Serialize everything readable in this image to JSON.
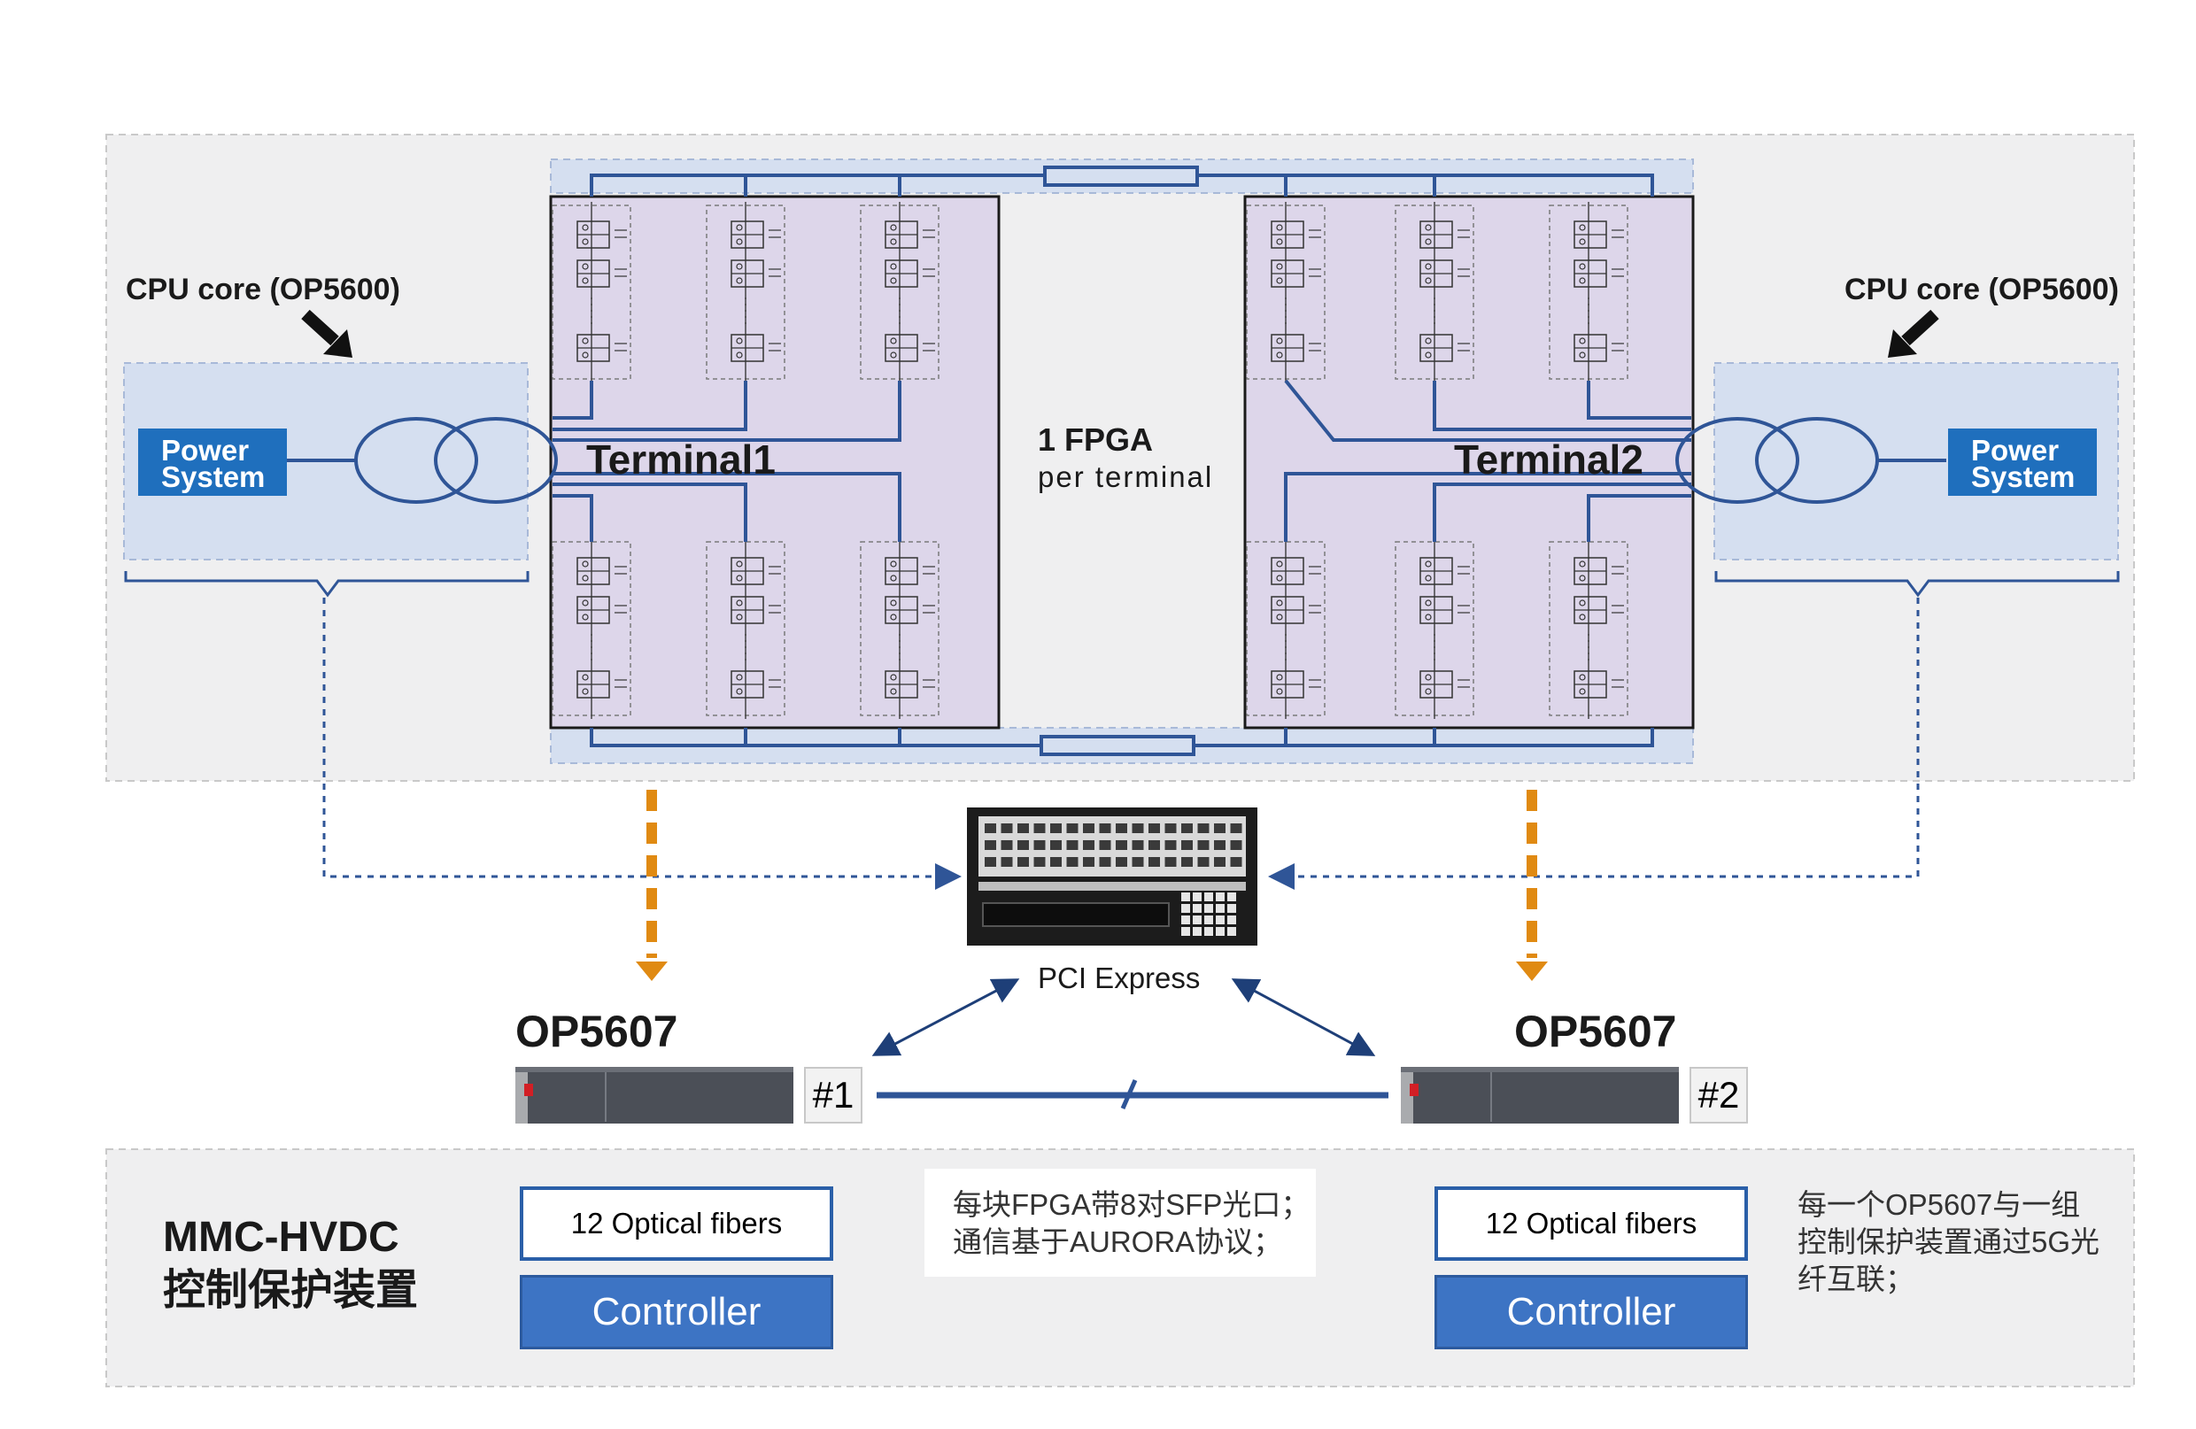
{
  "fpga_note": {
    "title": "1 FPGA",
    "subtitle": "per terminal"
  },
  "cpu_label": "CPU core (OP5600)",
  "power_system": {
    "line1": "Power",
    "line2": "System"
  },
  "terminals": [
    "Terminal1",
    "Terminal2"
  ],
  "pci_label": "PCI Express",
  "simulators": [
    {
      "model": "OP5607",
      "index": "#1"
    },
    {
      "model": "OP5607",
      "index": "#2"
    }
  ],
  "bottom": {
    "system_line1": "MMC-HVDC",
    "system_line2": "控制保护装置",
    "fibers_label": "12 Optical fibers",
    "controller_label": "Controller",
    "sfp_note_line1": "每块FPGA带8对SFP光口；",
    "sfp_note_line2": "通信基于AURORA协议；",
    "link_note_line1": "每一个OP5607与一组",
    "link_note_line2": "控制保护装置通过5G光",
    "link_note_line3": "纤互联；"
  },
  "colors": {
    "panel_bg": "#efeff0",
    "fpga_fill": "#ddd6ea",
    "cpu_fill": "#d5dff0",
    "accent_blue": "#1f6fbd",
    "line_blue": "#2f5597",
    "dash_orange": "#e08a12"
  },
  "icons": [
    "arrow-down-right-icon",
    "arrow-down-left-icon",
    "transformer-icon",
    "rack-chassis-icon",
    "slash-break-icon"
  ]
}
